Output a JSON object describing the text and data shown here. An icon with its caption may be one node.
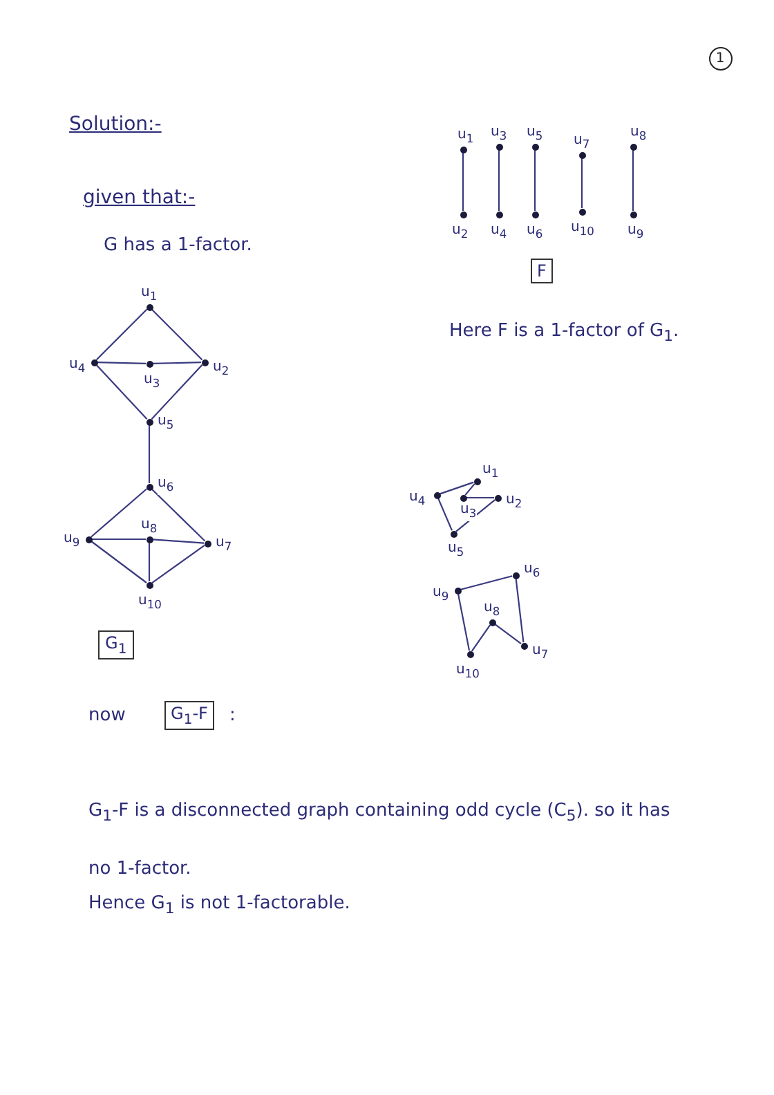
{
  "diagram": {
    "nodes": [
      {
        "text": [
          "1"
        ]
      },
      {
        "text": [],
        "shape": "circle",
        "beside": [
          "u$_{1}$"
        ]
      },
      {
        "text": [],
        "shape": "circle",
        "beside": [
          "u$_{4}$"
        ]
      },
      {
        "text": [],
        "shape": "circle",
        "beside": [
          "u$_{3}$"
        ]
      },
      {
        "text": [],
        "shape": "circle",
        "beside": [
          "u$_{2}$"
        ]
      },
      {
        "text": [],
        "shape": "circle",
        "beside": [
          "u$_{5}$"
        ]
      },
      {
        "text": [],
        "shape": "circle",
        "beside": [
          "u$_{6}$"
        ]
      },
      {
        "text": [],
        "shape": "circle",
        "beside": [
          "u$_{9}$"
        ]
      },
      {
        "text": [],
        "shape": "circle",
        "beside": [
          "u$_{8}$"
        ]
      },
      {
        "text": [],
        "shape": "circle",
        "beside": [
          "u$_{7}$"
        ]
      },
      {
        "text": [],
        "shape": "circle",
        "beside": [
          "u$_{10}$"
        ]
      },
      {
        "text": [],
        "shape": "circle",
        "beside": [
          "u$_{1}$"
        ]
      },
      {
        "text": [],
        "shape": "circle",
        "beside": [
          "u$_{3}$"
        ]
      },
      {
        "text": [],
        "shape": "circle",
        "beside": [
          "u$_{5}$"
        ]
      },
      {
        "text": [],
        "shape": "circle",
        "beside": [
          "u$_{7}$"
        ]
      },
      {
        "text": [],
        "shape": "circle",
        "beside": [
          "u$_{8}$"
        ]
      },
      {
        "text": [],
        "shape": "circle",
        "beside": [
          "u$_{2}$"
        ]
      },
      {
        "text": [],
        "shape": "circle",
        "beside": [
          "u$_{4}$"
        ]
      },
      {
        "text": [],
        "shape": "circle",
        "beside": [
          "u$_{6}$"
        ]
      },
      {
        "text": [],
        "shape": "circle",
        "beside": [
          "u$_{10}$"
        ]
      },
      {
        "text": [],
        "shape": "circle",
        "beside": [
          "u$_{9}$"
        ]
      },
      {
        "text": [
          "F"
        ]
      },
      {
        "text": [
          "G$_{1}$"
        ]
      },
      {
        "text": [
          "G$_{1}$-F"
        ]
      },
      {
        "text": [],
        "shape": "circle",
        "beside": [
          "u$_{1}$"
        ]
      },
      {
        "text": [],
        "shape": "circle",
        "beside": [
          "u$_{3}$"
        ]
      },
      {
        "text": [],
        "shape": "circle",
        "beside": [
          "u$_{4}$"
        ]
      },
      {
        "text": [],
        "shape": "circle",
        "beside": [
          "u$_{2}$"
        ]
      },
      {
        "text": [],
        "shape": "circle",
        "beside": [
          "u$_{5}$"
        ]
      },
      {
        "text": [],
        "shape": "circle",
        "beside": [
          "u$_{6}$"
        ]
      },
      {
        "text": [],
        "shape": "circle",
        "beside": [
          "u$_{9}$"
        ]
      },
      {
        "text": [],
        "shape": "circle",
        "beside": [
          "u$_{8}$"
        ]
      },
      {
        "text": [],
        "shape": "circle",
        "beside": [
          "u$_{7}$"
        ]
      },
      {
        "text": [],
        "shape": "circle",
        "beside": [
          "u$_{10}$"
        ]
      }
    ],
    "edges": [
      {
        "from": 1,
        "to": 2,
        "arrow": "none"
      },
      {
        "from": 1,
        "to": 4,
        "arrow": "none"
      },
      {
        "from": 2,
        "to": 3,
        "arrow": "none"
      },
      {
        "from": 3,
        "to": 4,
        "arrow": "none"
      },
      {
        "from": 2,
        "to": 5,
        "arrow": "none"
      },
      {
        "from": 4,
        "to": 5,
        "arrow": "none"
      },
      {
        "from": 5,
        "to": 6,
        "arrow": "none"
      },
      {
        "from": 6,
        "to": 7,
        "arrow": "none"
      },
      {
        "from": 6,
        "to": 9,
        "arrow": "none"
      },
      {
        "from": 7,
        "to": 8,
        "arrow": "none"
      },
      {
        "from": 8,
        "to": 9,
        "arrow": "none"
      },
      {
        "from": 8,
        "to": 10,
        "arrow": "none"
      },
      {
        "from": 7,
        "to": 10,
        "arrow": "none"
      },
      {
        "from": 10,
        "to": 9,
        "arrow": "none"
      },
      {
        "from": 11,
        "to": 16,
        "arrow": "none"
      },
      {
        "from": 12,
        "to": 17,
        "arrow": "none"
      },
      {
        "from": 13,
        "to": 18,
        "arrow": "none"
      },
      {
        "from": 14,
        "to": 19,
        "arrow": "none"
      },
      {
        "from": 15,
        "to": 20,
        "arrow": "none"
      },
      {
        "from": 26,
        "to": 24,
        "arrow": "none"
      },
      {
        "from": 24,
        "to": 25,
        "arrow": "none"
      },
      {
        "from": 25,
        "to": 27,
        "arrow": "none"
      },
      {
        "from": 27,
        "to": 28,
        "arrow": "none"
      },
      {
        "from": 28,
        "to": 26,
        "arrow": "none"
      },
      {
        "from": 29,
        "to": 30,
        "arrow": "none"
      },
      {
        "from": 30,
        "to": 33,
        "arrow": "none"
      },
      {
        "from": 33,
        "to": 31,
        "arrow": "none"
      },
      {
        "from": 31,
        "to": 32,
        "arrow": "none"
      },
      {
        "from": 32,
        "to": 29,
        "arrow": "none"
      }
    ],
    "labels": [
      "Solution:-",
      "given that:-",
      "G has a 1-factor.",
      "Here F is a 1-factor of G$_{1}$.",
      "now",
      ":",
      "G$_{1}$-F is a disconnected graph containing odd cycle (C$_{5}$). so it has no 1-factor.",
      "Hence G$_{1}$ is not 1-factorable."
    ]
  }
}
